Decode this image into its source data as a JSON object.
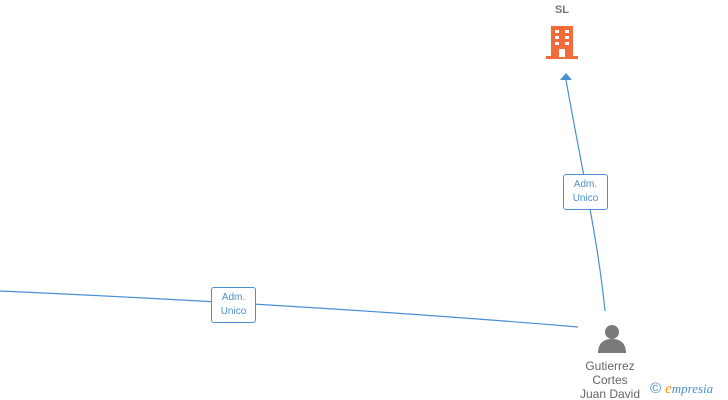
{
  "company": {
    "name": "SL",
    "icon": "building-icon",
    "icon_color": "#f26b3a"
  },
  "edges": [
    {
      "label_line1": "Adm.",
      "label_line2": "Unico"
    },
    {
      "label_line1": "Adm.",
      "label_line2": "Unico"
    }
  ],
  "person": {
    "icon": "person-icon",
    "name_line1": "Gutierrez",
    "name_line2": "Cortes",
    "name_line3": "Juan David"
  },
  "watermark": {
    "copyright": "©",
    "brand_initial": "e",
    "brand_rest": "mpresia"
  },
  "colors": {
    "edge": "#4a8fd4",
    "person": "#7a7a7a",
    "company": "#f26b3a"
  }
}
